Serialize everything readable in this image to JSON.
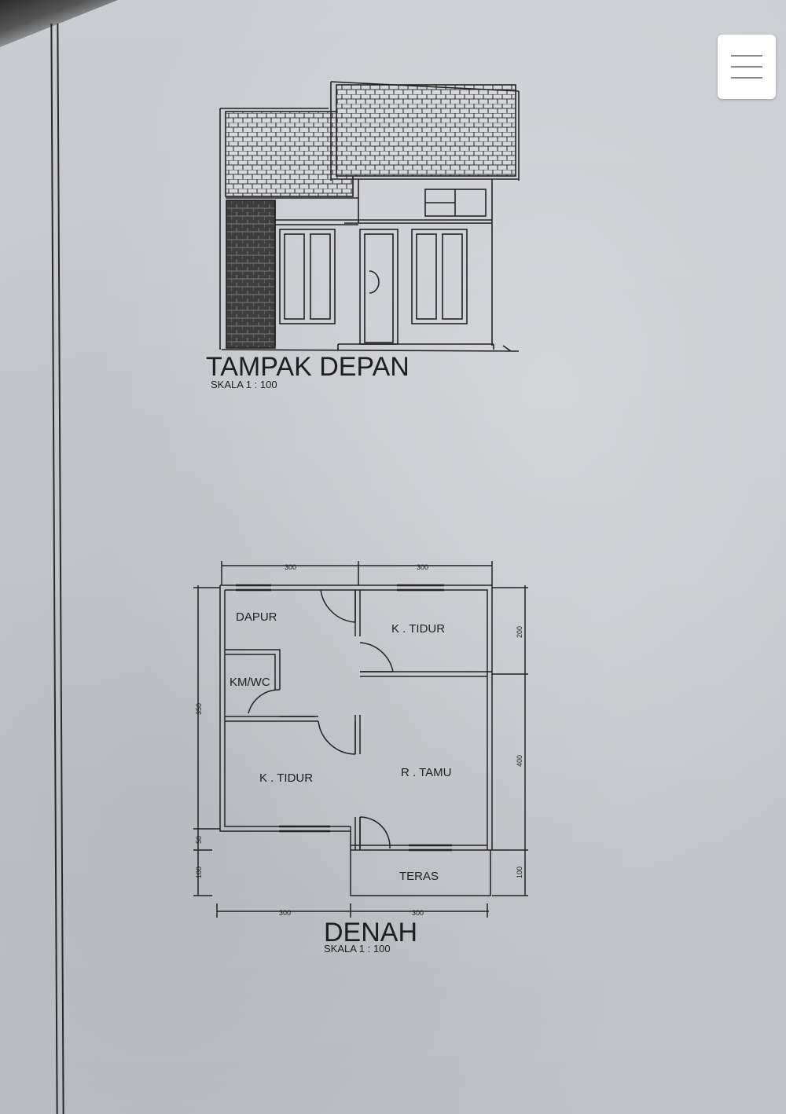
{
  "elevation": {
    "title": "TAMPAK DEPAN",
    "scale": "SKALA 1 : 100"
  },
  "floor_plan": {
    "title": "DENAH",
    "scale": "SKALA 1 : 100",
    "rooms": {
      "kitchen": "DAPUR",
      "bathroom": "KM/WC",
      "bedroom_1": "K . TIDUR",
      "bedroom_2": "K . TIDUR",
      "living_room": "R . TAMU",
      "terrace": "TERAS"
    },
    "dimensions": {
      "top_left": "300",
      "top_right": "300",
      "bottom_left": "300",
      "bottom_right": "300",
      "right_upper": "200",
      "right_middle": "400",
      "right_lower": "100",
      "left_main": "350",
      "left_mid": "50",
      "left_lower": "100"
    }
  },
  "ui": {
    "menu_icon": "hamburger-menu-icon"
  }
}
